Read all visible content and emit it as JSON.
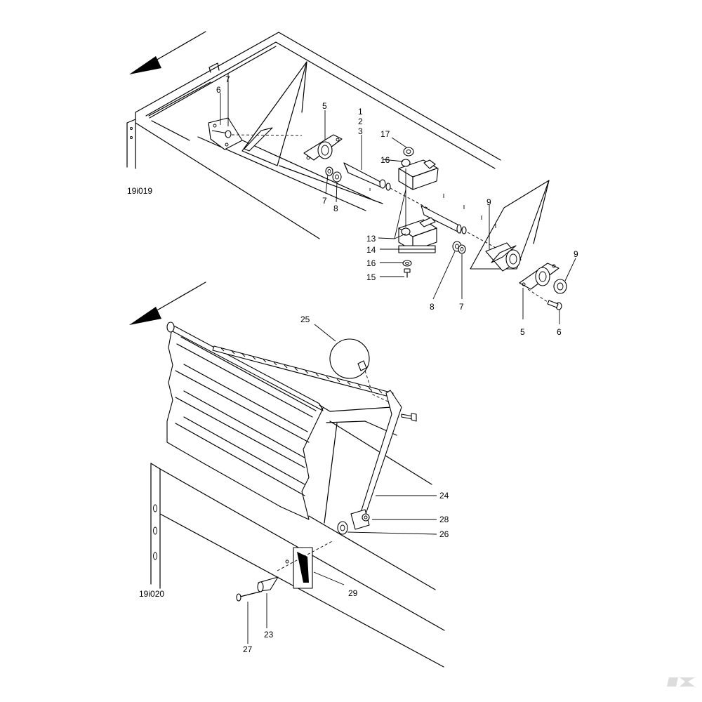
{
  "top_view": {
    "figure_code": "19i019",
    "callouts": {
      "p1": "1",
      "p2": "2",
      "p3": "3",
      "p5a": "5",
      "p5b": "5",
      "p6a": "6",
      "p6b": "6",
      "p7a": "7",
      "p7b": "7",
      "p7c": "7",
      "p8a": "8",
      "p8b": "8",
      "p9a": "9",
      "p9b": "9",
      "p13": "13",
      "p14": "14",
      "p15": "15",
      "p16a": "16",
      "p16b": "16",
      "p17": "17"
    }
  },
  "bottom_view": {
    "figure_code": "19i020",
    "callouts": {
      "p23": "23",
      "p24": "24",
      "p25": "25",
      "p26": "26",
      "p27": "27",
      "p28": "28",
      "p29": "29"
    }
  },
  "corner_logo": {
    "icon": "brand-k-logo-icon",
    "color": "#dcdcdc"
  }
}
